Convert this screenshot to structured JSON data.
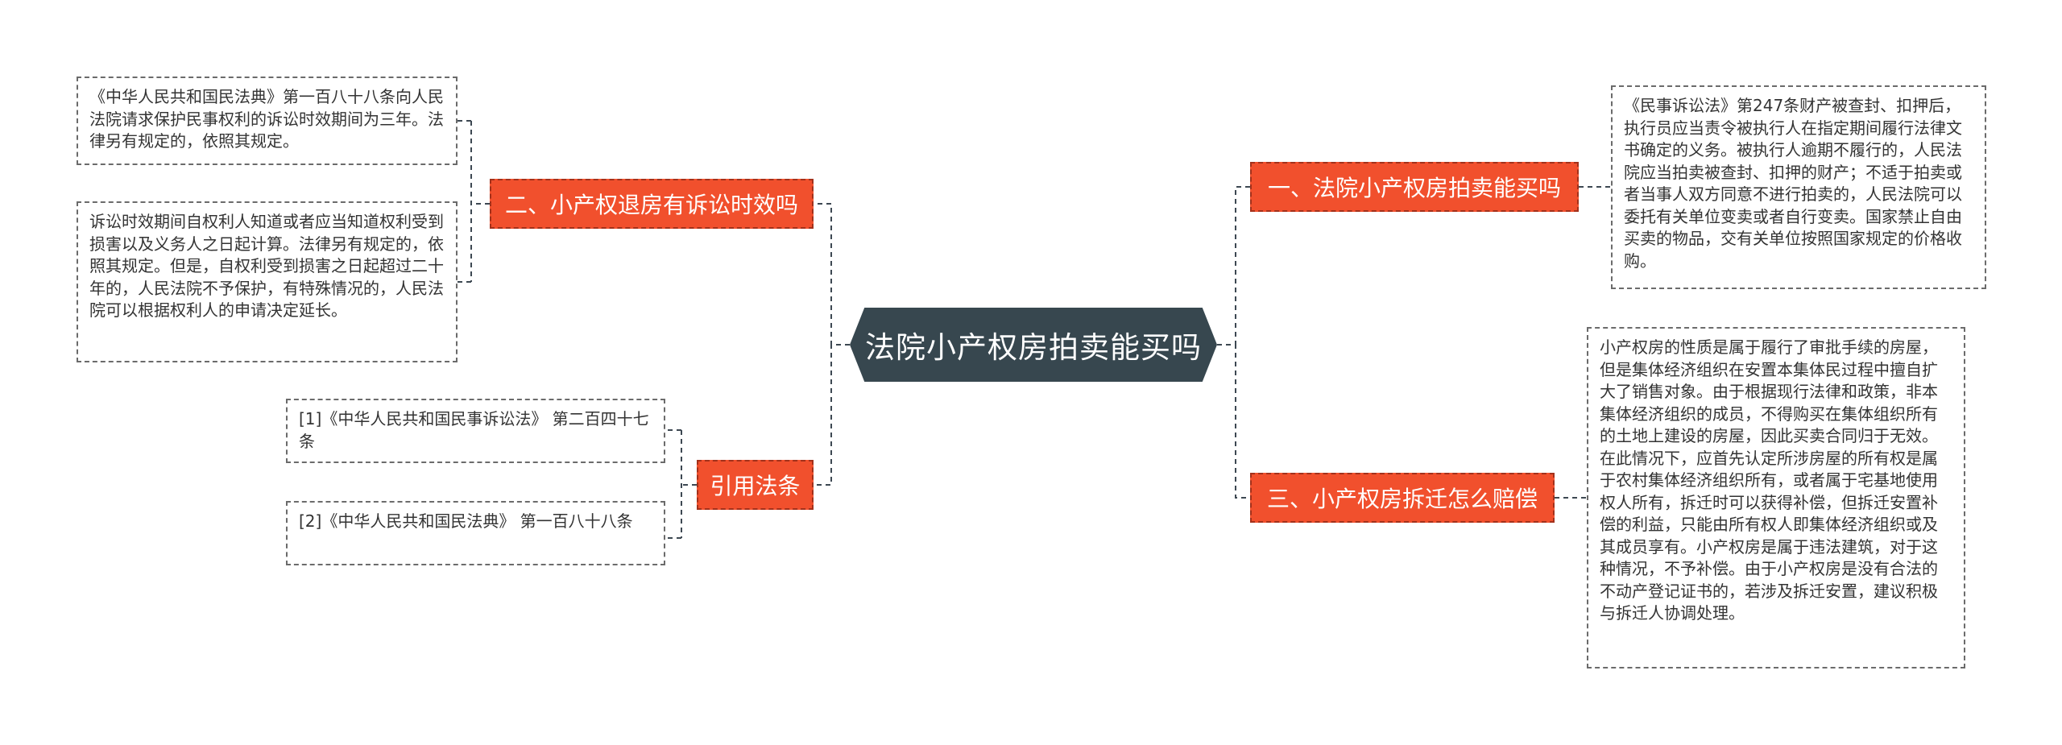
{
  "central_topic": "法院小产权房拍卖能买吗",
  "branches": [
    {
      "label": "一、法院小产权房拍卖能买吗",
      "leaves": [
        "《民事诉讼法》第247条财产被查封、扣押后，执行员应当责令被执行人在指定期间履行法律文书确定的义务。被执行人逾期不履行的，人民法院应当拍卖被查封、扣押的财产；不适于拍卖或者当事人双方同意不进行拍卖的，人民法院可以委托有关单位变卖或者自行变卖。国家禁止自由买卖的物品，交有关单位按照国家规定的价格收购。"
      ]
    },
    {
      "label": "二、小产权退房有诉讼时效吗",
      "leaves": [
        "《中华人民共和国民法典》第一百八十八条向人民法院请求保护民事权利的诉讼时效期间为三年。法律另有规定的，依照其规定。",
        "诉讼时效期间自权利人知道或者应当知道权利受到损害以及义务人之日起计算。法律另有规定的，依照其规定。但是，自权利受到损害之日起超过二十年的，人民法院不予保护，有特殊情况的，人民法院可以根据权利人的申请决定延长。"
      ]
    },
    {
      "label": "三、小产权房拆迁怎么赔偿",
      "leaves": [
        "小产权房的性质是属于履行了审批手续的房屋，但是集体经济组织在安置本集体民过程中擅自扩大了销售对象。由于根据现行法律和政策，非本集体经济组织的成员，不得购买在集体组织所有的土地上建设的房屋，因此买卖合同归于无效。在此情况下，应首先认定所涉房屋的所有权是属于农村集体经济组织所有，或者属于宅基地使用权人所有，拆迁时可以获得补偿，但拆迁安置补偿的利益，只能由所有权人即集体经济组织或及其成员享有。小产权房是属于违法建筑，对于这种情况，不予补偿。由于小产权房是没有合法的不动产登记证书的，若涉及拆迁安置，建议积极与拆迁人协调处理。"
      ]
    },
    {
      "label": "引用法条",
      "leaves": [
        "[1]《中华人民共和国民事诉讼法》 第二百四十七条",
        "[2]《中华人民共和国民法典》 第一百八十八条"
      ]
    }
  ]
}
